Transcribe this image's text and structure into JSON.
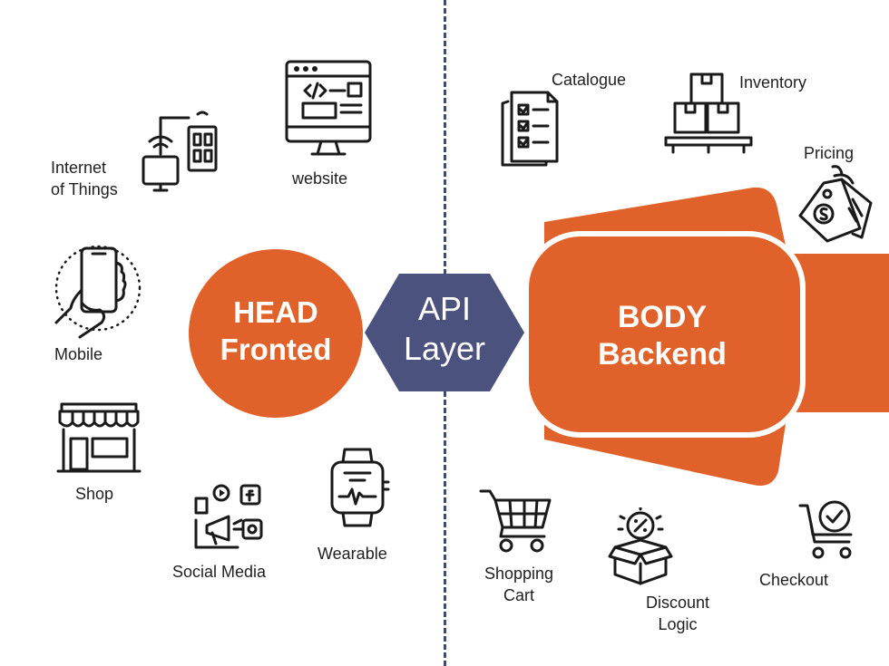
{
  "head": {
    "line1": "HEAD",
    "line2": "Fronted",
    "color": "#e0622a"
  },
  "api": {
    "line1": "API",
    "line2": "Layer",
    "color": "#4b527e"
  },
  "body": {
    "line1": "BODY",
    "line2": "Backend",
    "color": "#e0622a"
  },
  "frontend_channels": {
    "iot": {
      "line1": "Internet",
      "line2": "of Things",
      "icon": "iot-devices-icon"
    },
    "website": {
      "label": "website",
      "icon": "website-monitor-icon"
    },
    "mobile": {
      "label": "Mobile",
      "icon": "mobile-hand-icon"
    },
    "shop": {
      "label": "Shop",
      "icon": "storefront-icon"
    },
    "social": {
      "label": "Social Media",
      "icon": "social-media-icon"
    },
    "wearable": {
      "label": "Wearable",
      "icon": "smartwatch-icon"
    }
  },
  "backend_services": {
    "catalogue": {
      "label": "Catalogue",
      "icon": "checklist-icon"
    },
    "inventory": {
      "label": "Inventory",
      "icon": "boxes-pallet-icon"
    },
    "pricing": {
      "label": "Pricing",
      "icon": "price-tag-icon"
    },
    "cart": {
      "line1": "Shopping",
      "line2": "Cart",
      "icon": "shopping-cart-icon"
    },
    "discount": {
      "line1": "Discount",
      "line2": "Logic",
      "icon": "discount-box-icon"
    },
    "checkout": {
      "label": "Checkout",
      "icon": "cart-check-icon"
    }
  }
}
